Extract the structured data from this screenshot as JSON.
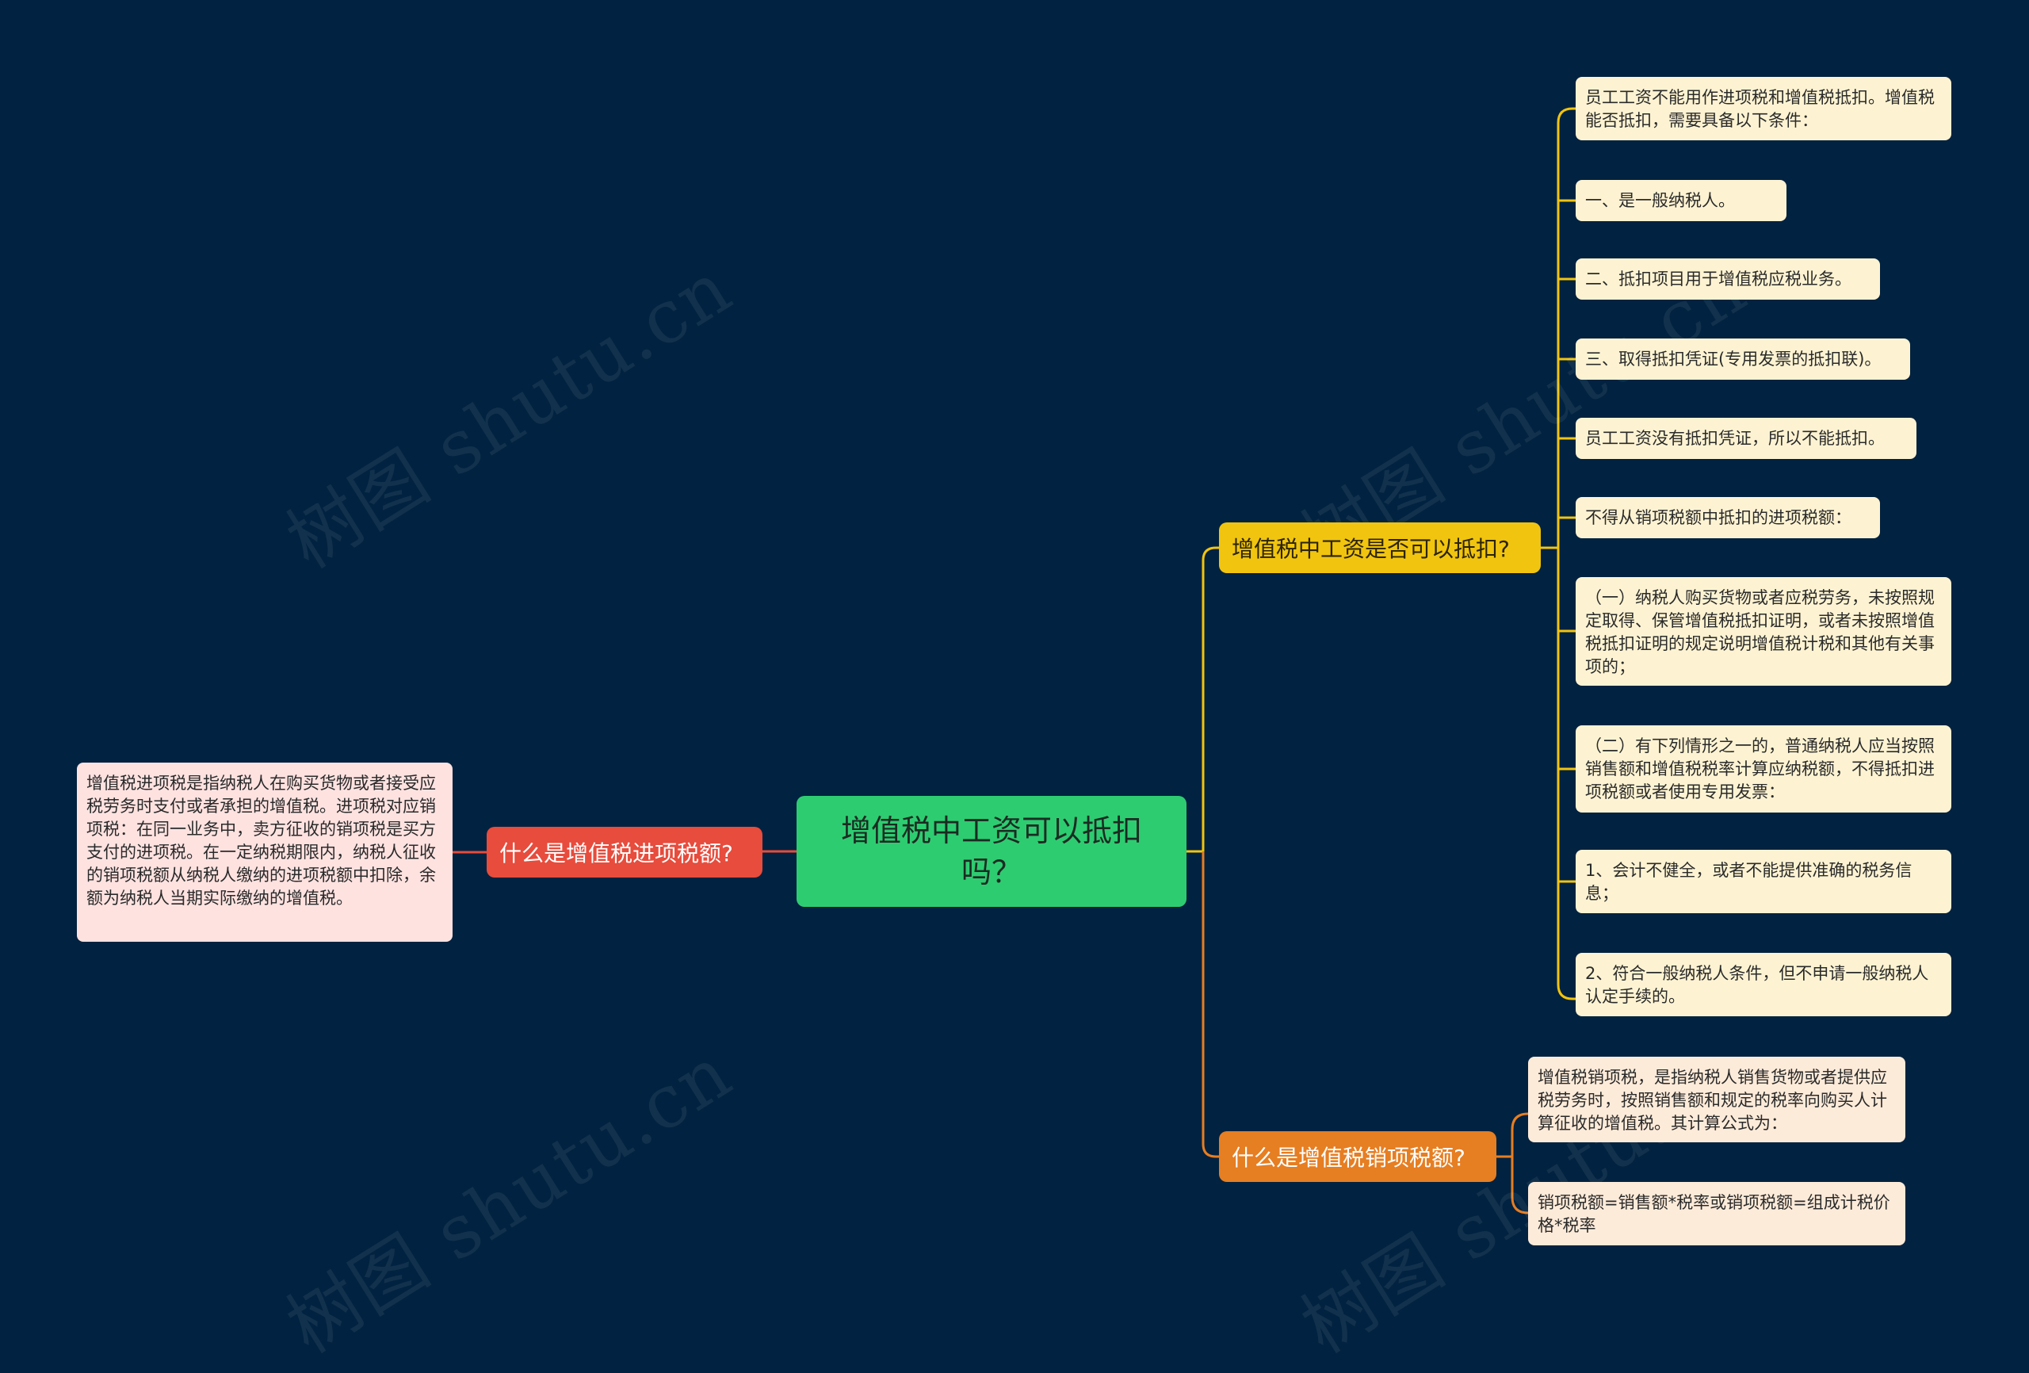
{
  "root": {
    "text": "增值税中工资可以抵扣吗？"
  },
  "branches": {
    "left": {
      "label": "什么是增值税进项税额?"
    },
    "right_top": {
      "label": "增值税中工资是否可以抵扣?"
    },
    "right_bottom": {
      "label": "什么是增值税销项税额?"
    }
  },
  "left_leaf": {
    "text": "增值税进项税是指纳税人在购买货物或者接受应税劳务时支付或者承担的增值税。进项税对应销项税：在同一业务中，卖方征收的销项税是买方支付的进项税。在一定纳税期限内，纳税人征收的销项税额从纳税人缴纳的进项税额中扣除，余额为纳税人当期实际缴纳的增值税。"
  },
  "top_leaves": [
    {
      "text": "员工工资不能用作进项税和增值税抵扣。增值税能否抵扣，需要具备以下条件："
    },
    {
      "text": "一、是一般纳税人。"
    },
    {
      "text": "二、抵扣项目用于增值税应税业务。"
    },
    {
      "text": "三、取得抵扣凭证(专用发票的抵扣联)。"
    },
    {
      "text": "员工工资没有抵扣凭证，所以不能抵扣。"
    },
    {
      "text": "不得从销项税额中抵扣的进项税额："
    },
    {
      "text": "（一）纳税人购买货物或者应税劳务，未按照规定取得、保管增值税抵扣证明，或者未按照增值税抵扣证明的规定说明增值税计税和其他有关事项的；"
    },
    {
      "text": "（二）有下列情形之一的，普通纳税人应当按照销售额和增值税税率计算应纳税额，不得抵扣进项税额或者使用专用发票："
    },
    {
      "text": "1、会计不健全，或者不能提供准确的税务信息；"
    },
    {
      "text": "2、符合一般纳税人条件，但不申请一般纳税人认定手续的。"
    }
  ],
  "bottom_leaves": [
    {
      "text": "增值税销项税，是指纳税人销售货物或者提供应税劳务时，按照销售额和规定的税率向购买人计算征收的增值税。其计算公式为："
    },
    {
      "text": "销项税额=销售额*税率或销项税额=组成计税价格*税率"
    }
  ],
  "watermark": "树图 shutu.cn",
  "colors": {
    "background": "#012240",
    "root": "#2ecc71",
    "red": "#e74c3c",
    "yellow": "#f1c40f",
    "orange": "#e67e22"
  }
}
